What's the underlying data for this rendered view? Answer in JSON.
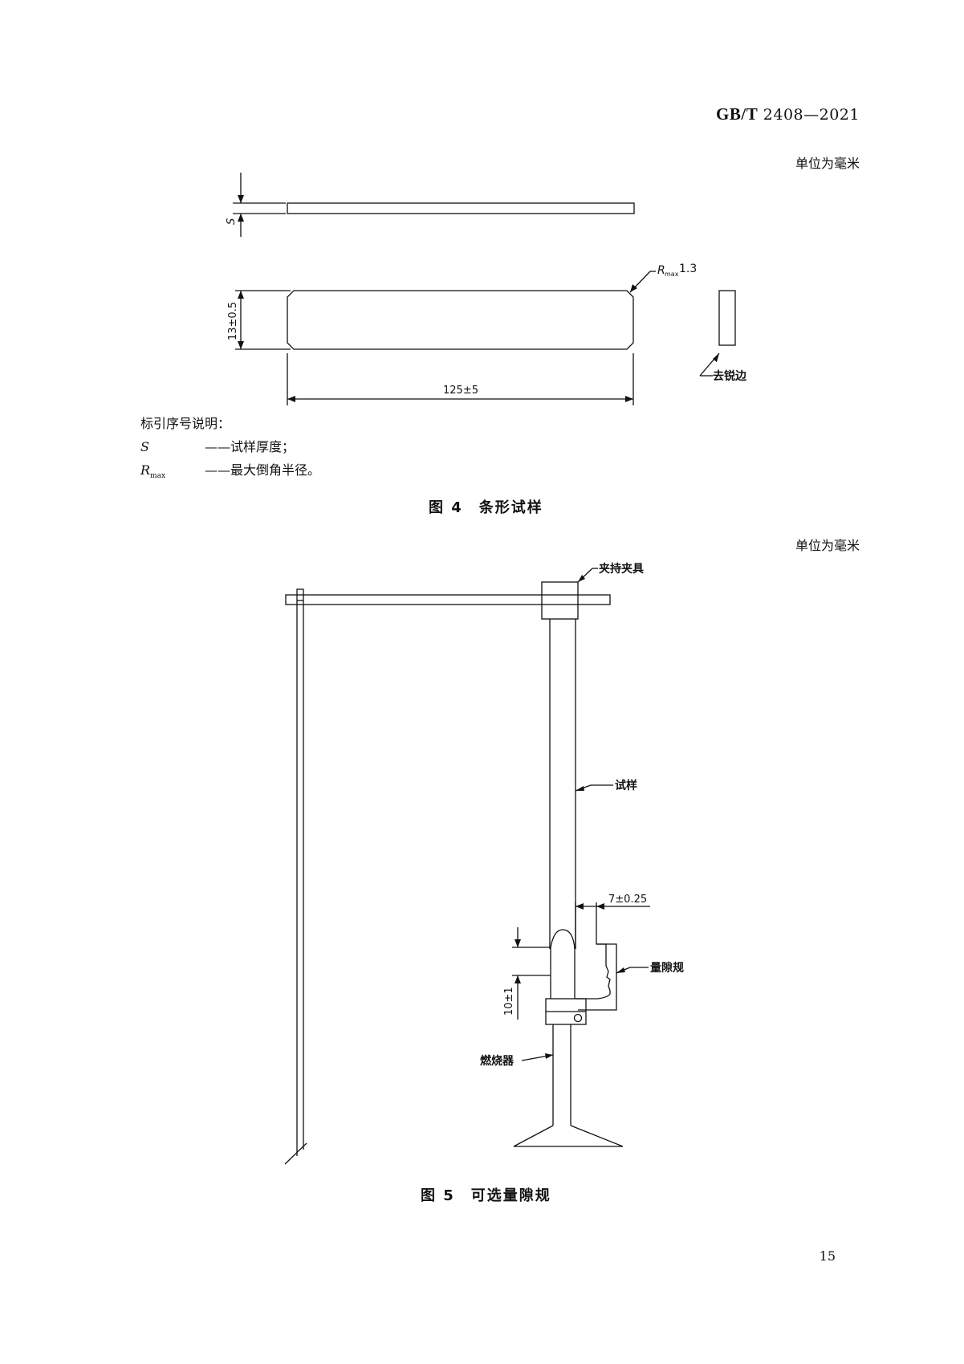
{
  "header": {
    "prefix": "GB/T",
    "code": "2408—2021"
  },
  "fig4": {
    "unit": "单位为毫米",
    "thickness_symbol": "S",
    "radius_symbol": "R",
    "radius_sub": "max",
    "radius_value": "1.3",
    "height_dim": "13±0.5",
    "length_dim": "125±5",
    "edge_label": "去锐边",
    "caption": "图 4　条形试样"
  },
  "legend": {
    "title": "标引序号说明：",
    "items": [
      {
        "symbol": "S",
        "sub": "",
        "text": "——试样厚度；"
      },
      {
        "symbol": "R",
        "sub": "max",
        "text": "——最大倒角半径。"
      }
    ]
  },
  "fig5": {
    "unit": "单位为毫米",
    "clamp_label": "夹持夹具",
    "specimen_label": "试样",
    "gap_dim": "7±0.25",
    "gauge_label": "量隙规",
    "height_dim": "10±1",
    "burner_label": "燃烧器",
    "caption": "图 5　可选量隙规"
  },
  "page_number": "15"
}
